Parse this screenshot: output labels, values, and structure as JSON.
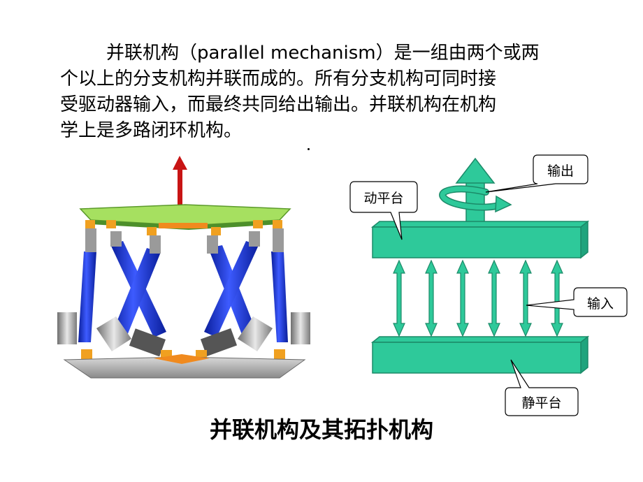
{
  "paragraph": {
    "line1": "并联机构（parallel mechanism）是一组由两个或两",
    "line2": "个以上的分支机构并联而成的。所有分支机构可同时接",
    "line3": "受驱动器输入，而最终共同给出输出。并联机构在机构",
    "line4": "学上是多路闭环机构。"
  },
  "diagram": {
    "moving_platform_label": "动平台",
    "output_label": "输出",
    "input_label": "输入",
    "static_platform_label": "静平台",
    "platform_color": "#2ec99a",
    "arrow_count": 6
  },
  "caption": "并联机构及其拓扑机构"
}
